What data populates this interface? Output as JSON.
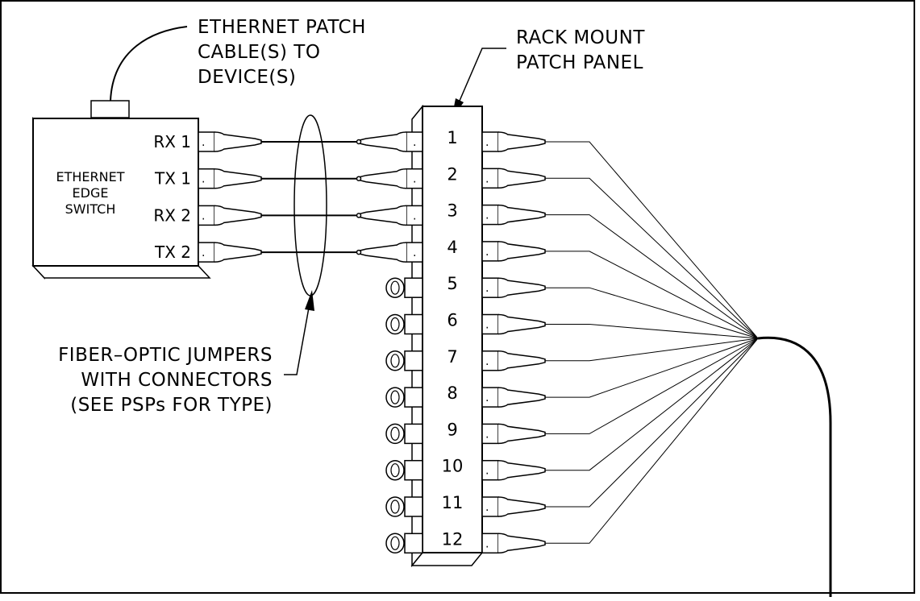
{
  "callouts": {
    "ethernet_patch": [
      "ETHERNET PATCH",
      "CABLE(S) TO",
      "DEVICE(S)"
    ],
    "rack_mount": [
      "RACK MOUNT",
      "PATCH PANEL"
    ],
    "fiber_jumpers": [
      "FIBER–OPTIC JUMPERS",
      "WITH CONNECTORS",
      "(SEE PSPs FOR TYPE)"
    ]
  },
  "switch": {
    "name": [
      "ETHERNET",
      "EDGE",
      "SWITCH"
    ],
    "ports": [
      "RX 1",
      "TX 1",
      "RX 2",
      "TX 2"
    ]
  },
  "patch_panel": {
    "ports": [
      "1",
      "2",
      "3",
      "4",
      "5",
      "6",
      "7",
      "8",
      "9",
      "10",
      "11",
      "12"
    ]
  },
  "connector_dot": "."
}
